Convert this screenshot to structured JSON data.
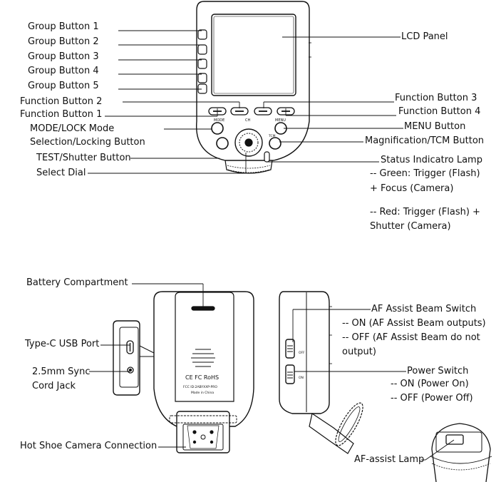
{
  "top_labels_left": {
    "group1": "Group Button 1",
    "group2": "Group Button 2",
    "group3": "Group Button 3",
    "group4": "Group Button 4",
    "group5": "Group Button 5",
    "func2": "Function Button 2",
    "func1": "Function Button 1",
    "mode_line1": "MODE/LOCK Mode",
    "mode_line2": "Selection/Locking Button",
    "test": "TEST/Shutter Button",
    "dial": "Select Dial"
  },
  "top_labels_right": {
    "lcd": "LCD Panel",
    "func3": "Function Button 3",
    "func4": "Function Button 4",
    "menu": "MENU Button",
    "magnification": "Magnification/TCM Button",
    "status": "Status Indicatro Lamp",
    "green1": "-- Green: Trigger (Flash)",
    "green2": "+ Focus (Camera)",
    "red1": "-- Red: Trigger (Flash) +",
    "red2": "Shutter (Camera)"
  },
  "device_markings": {
    "mode": "MODE",
    "ch": "CH",
    "menu": "MENU",
    "tcm": "TCM",
    "ce": "CE FC RoHS",
    "fcc": "FCC ID:2ABYXXP-PRO",
    "made": "Made in China",
    "side_off": "OFF",
    "side_on": "ON"
  },
  "bottom_labels": {
    "battery": "Battery Compartment",
    "usb": "Type-C USB Port",
    "sync1": "2.5mm Sync",
    "sync2": "Cord Jack",
    "hotshoe": "Hot Shoe Camera Connection",
    "af_switch": "AF Assist Beam Switch",
    "af_on": "-- ON (AF Assist Beam outputs)",
    "af_off1": "-- OFF (AF Assist Beam do not",
    "af_off2": "output)",
    "power": "Power Switch",
    "power_on": "-- ON (Power On)",
    "power_off": "-- OFF (Power Off)",
    "af_lamp": "AF-assist Lamp"
  }
}
